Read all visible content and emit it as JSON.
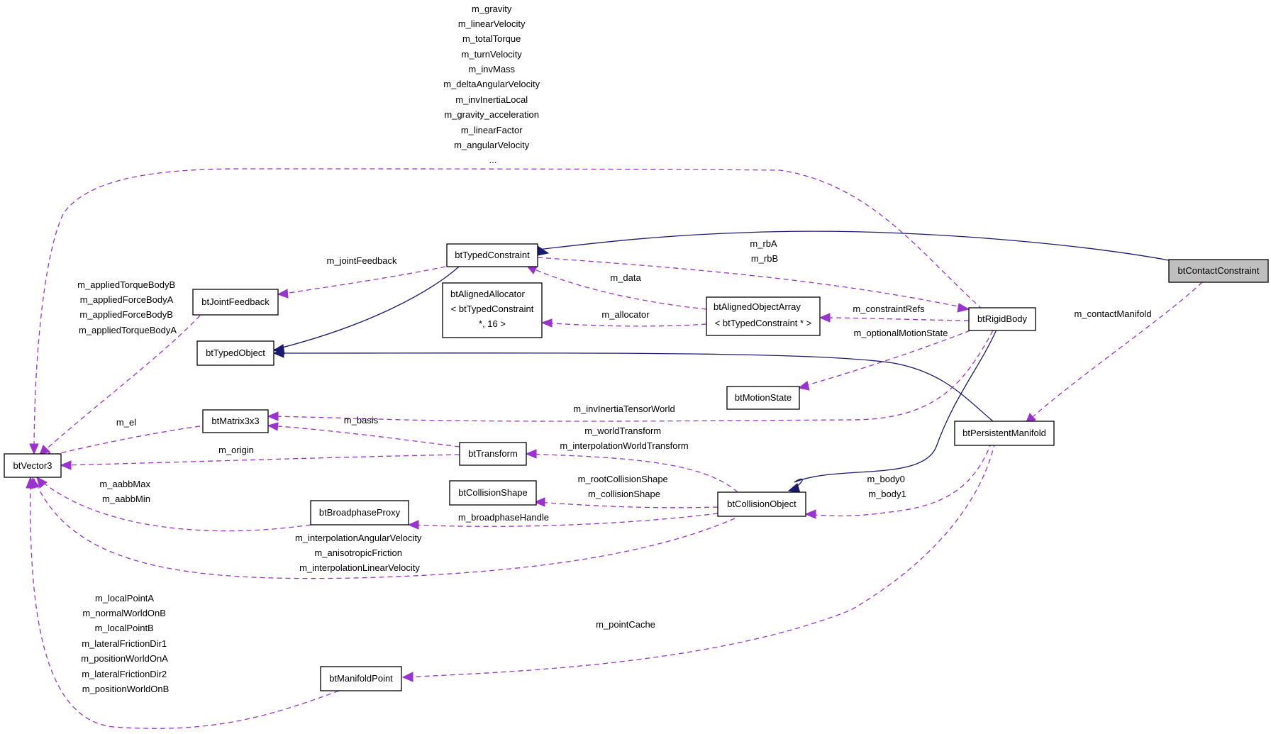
{
  "nodes": {
    "btContactConstraint": "btContactConstraint",
    "btTypedConstraint": "btTypedConstraint",
    "btJointFeedback": "btJointFeedback",
    "btTypedObject": "btTypedObject",
    "btAlignedAllocator": [
      "btAlignedAllocator",
      "< btTypedConstraint",
      "*, 16 >"
    ],
    "btAlignedObjectArray": [
      "btAlignedObjectArray",
      "< btTypedConstraint * >"
    ],
    "btRigidBody": "btRigidBody",
    "btMotionState": "btMotionState",
    "btPersistentManifold": "btPersistentManifold",
    "btMatrix3x3": "btMatrix3x3",
    "btVector3": "btVector3",
    "btTransform": "btTransform",
    "btCollisionShape": "btCollisionShape",
    "btCollisionObject": "btCollisionObject",
    "btBroadphaseProxy": "btBroadphaseProxy",
    "btManifoldPoint": "btManifoldPoint"
  },
  "edge_labels": {
    "rigidbody_vector": [
      "m_gravity",
      "m_linearVelocity",
      "m_totalTorque",
      "m_turnVelocity",
      "m_invMass",
      "m_deltaAngularVelocity",
      "m_invInertiaLocal",
      "m_gravity_acceleration",
      "m_linearFactor",
      "m_angularVelocity",
      "..."
    ],
    "jointfeedback_vector": [
      "m_appliedTorqueBodyB",
      "m_appliedForceBodyA",
      "m_appliedForceBodyB",
      "m_appliedTorqueBodyA"
    ],
    "jointfeedback": [
      "m_jointFeedback"
    ],
    "rbA_rbB": [
      "m_rbA",
      "m_rbB"
    ],
    "data": [
      "m_data"
    ],
    "allocator": [
      "m_allocator"
    ],
    "constraintRefs": [
      "m_constraintRefs"
    ],
    "optionalMotionState": [
      "m_optionalMotionState"
    ],
    "contactManifold": [
      "m_contactManifold"
    ],
    "invInertiaTensorWorld": [
      "m_invInertiaTensorWorld"
    ],
    "el": [
      "m_el"
    ],
    "basis": [
      "m_basis"
    ],
    "origin": [
      "m_origin"
    ],
    "worldTransform": [
      "m_worldTransform",
      "m_interpolationWorldTransform"
    ],
    "collisionShape": [
      "m_rootCollisionShape",
      "m_collisionShape"
    ],
    "body": [
      "m_body0",
      "m_body1"
    ],
    "aabb": [
      "m_aabbMax",
      "m_aabbMin"
    ],
    "broadphaseHandle": [
      "m_broadphaseHandle"
    ],
    "collisionobject_vector": [
      "m_interpolationAngularVelocity",
      "m_anisotropicFriction",
      "m_interpolationLinearVelocity"
    ],
    "pointCache": [
      "m_pointCache"
    ],
    "manifoldpoint_vector": [
      "m_localPointA",
      "m_normalWorldOnB",
      "m_localPointB",
      "m_lateralFrictionDir1",
      "m_positionWorldOnA",
      "m_lateralFrictionDir2",
      "m_positionWorldOnB"
    ]
  },
  "colors": {
    "inheritance_edge": "#191970",
    "member_edge": "#9a32cd",
    "highlight_fill": "#bfbfbf"
  }
}
